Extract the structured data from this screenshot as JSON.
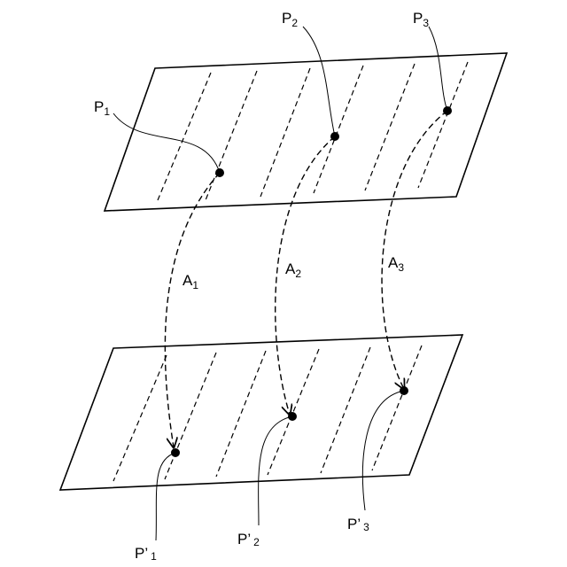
{
  "labels": {
    "p1": {
      "main": "P",
      "sub": "1"
    },
    "p2": {
      "main": "P",
      "sub": "2"
    },
    "p3": {
      "main": "P",
      "sub": "3"
    },
    "a1": {
      "main": "A",
      "sub": "1"
    },
    "a2": {
      "main": "A",
      "sub": "2"
    },
    "a3": {
      "main": "A",
      "sub": "3"
    },
    "pp1": {
      "main": "P’",
      "sub": "1"
    },
    "pp2": {
      "main": "P’",
      "sub": "2"
    },
    "pp3": {
      "main": "P’",
      "sub": "3"
    }
  }
}
